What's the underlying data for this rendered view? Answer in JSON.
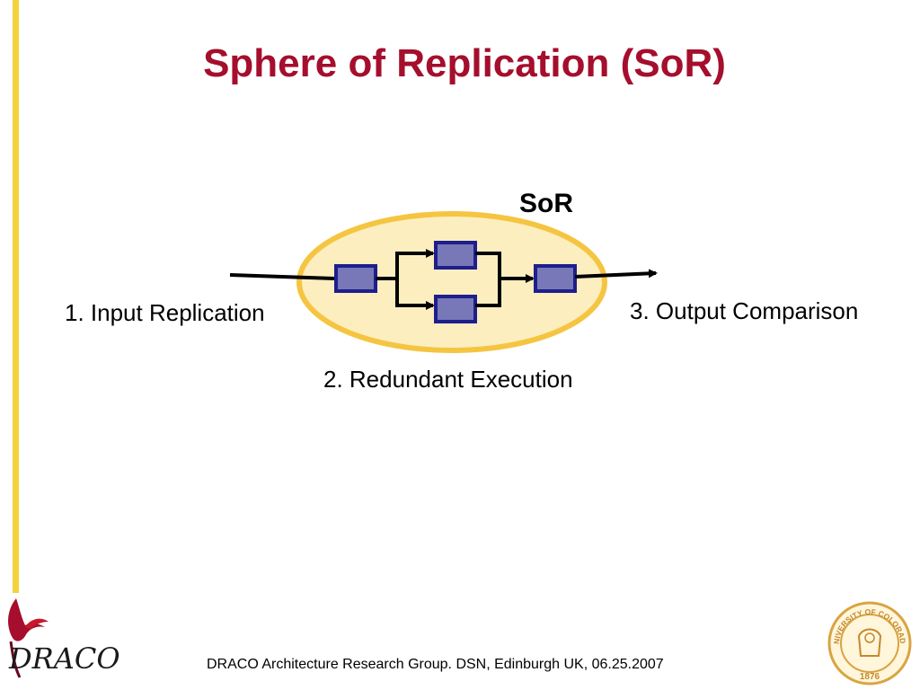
{
  "title": "Sphere of Replication (SoR)",
  "diagram": {
    "sor_label": "SoR",
    "input_label": "1. Input Replication",
    "redundant_label": "2. Redundant Execution",
    "output_label": "3. Output Comparison",
    "colors": {
      "ellipse_fill": "#fdeec0",
      "ellipse_stroke": "#f5c542",
      "box_fill": "#7878b8",
      "box_stroke": "#1e1e8c"
    }
  },
  "footer": {
    "text": "DRACO Architecture Research Group.  DSN, Edinburgh UK, 06.25.2007"
  },
  "logos": {
    "draco_text": "DRACO",
    "seal_text": "UNIVERSITY OF COLORADO",
    "seal_year": "1876"
  }
}
